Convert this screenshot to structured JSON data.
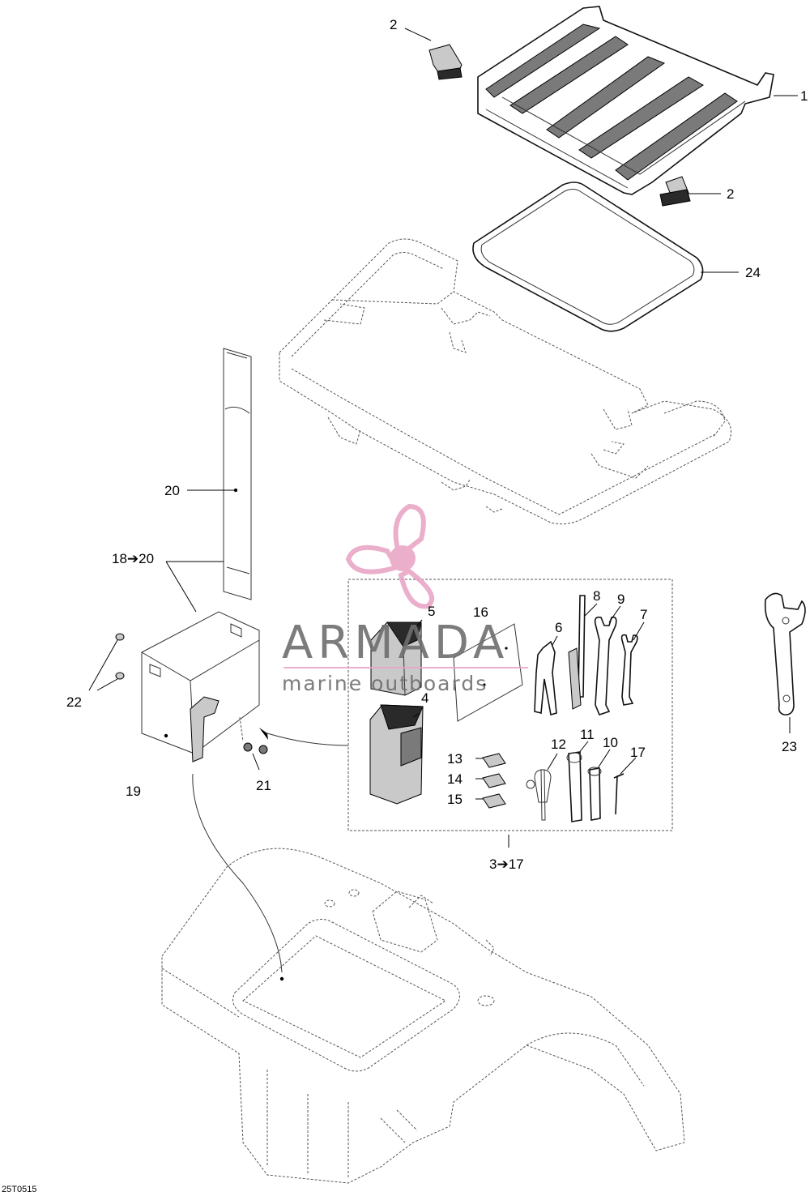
{
  "diagram_code": "25T0515",
  "watermark": {
    "brand": "ARMADA",
    "tagline": "marine outboards",
    "colors": {
      "pink": "#e9a6c6",
      "gray": "#6e6e6e"
    }
  },
  "callouts": [
    {
      "id": "c1",
      "text": "1"
    },
    {
      "id": "c2a",
      "text": "2"
    },
    {
      "id": "c2b",
      "text": "2"
    },
    {
      "id": "c24",
      "text": "24"
    },
    {
      "id": "c20",
      "text": "20"
    },
    {
      "id": "c18",
      "text": "18➔20"
    },
    {
      "id": "c22",
      "text": "22"
    },
    {
      "id": "c19",
      "text": "19"
    },
    {
      "id": "c21",
      "text": "21"
    },
    {
      "id": "c5",
      "text": "5"
    },
    {
      "id": "c16",
      "text": "16"
    },
    {
      "id": "c8",
      "text": "8"
    },
    {
      "id": "c9",
      "text": "9"
    },
    {
      "id": "c7",
      "text": "7"
    },
    {
      "id": "c6",
      "text": "6"
    },
    {
      "id": "c4",
      "text": "4"
    },
    {
      "id": "c12",
      "text": "12"
    },
    {
      "id": "c11",
      "text": "11"
    },
    {
      "id": "c10",
      "text": "10"
    },
    {
      "id": "c17",
      "text": "17"
    },
    {
      "id": "c13",
      "text": "13"
    },
    {
      "id": "c14",
      "text": "14"
    },
    {
      "id": "c15",
      "text": "15"
    },
    {
      "id": "c3",
      "text": "3➔17"
    },
    {
      "id": "c23",
      "text": "23"
    }
  ]
}
